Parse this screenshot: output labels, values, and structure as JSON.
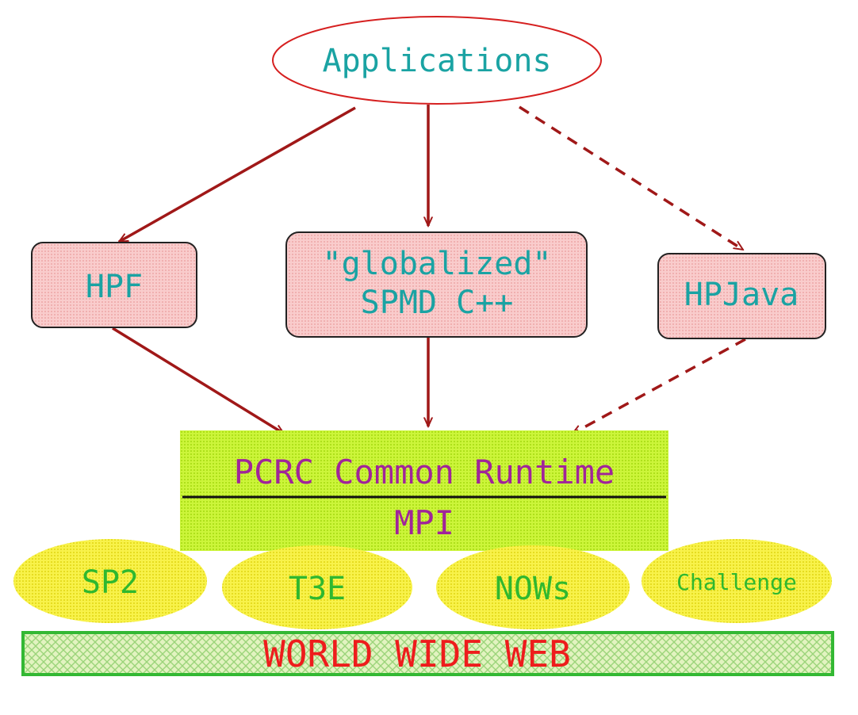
{
  "diagram": {
    "top": {
      "label": "Applications"
    },
    "languages": [
      {
        "id": "hpf",
        "lines": [
          "HPF"
        ]
      },
      {
        "id": "spmd",
        "lines": [
          "\"globalized\"",
          "SPMD C++"
        ]
      },
      {
        "id": "hpjava",
        "lines": [
          "HPJava"
        ]
      }
    ],
    "runtime": {
      "top_label": "PCRC Common Runtime",
      "bottom_label": "MPI"
    },
    "platforms": [
      {
        "id": "sp2",
        "label": "SP2"
      },
      {
        "id": "t3e",
        "label": "T3E"
      },
      {
        "id": "nows",
        "label": "NOWs"
      },
      {
        "id": "challenge",
        "label": "Challenge"
      }
    ],
    "foundation": {
      "label": "WORLD WIDE WEB"
    },
    "colors": {
      "arrow": "#a01818",
      "box_fill": "#f7c6c6",
      "runtime_fill": "#c4f033",
      "platform_fill": "#f7f045",
      "web_fill": "#dff0b0",
      "web_border": "#33b833"
    }
  }
}
